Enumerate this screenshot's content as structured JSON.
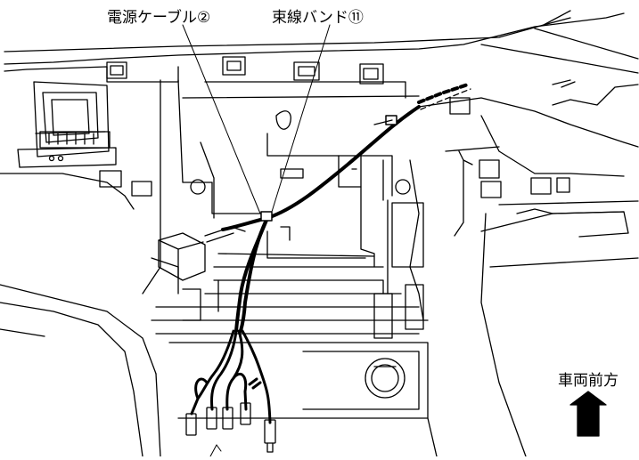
{
  "labels": {
    "power_cable": "電源ケーブル②",
    "cable_tie": "束線バンド⑪",
    "vehicle_front": "車両前方"
  },
  "colors": {
    "line": "#000000",
    "background": "#ffffff"
  },
  "icons": {
    "front_arrow": "arrow-up-icon"
  }
}
